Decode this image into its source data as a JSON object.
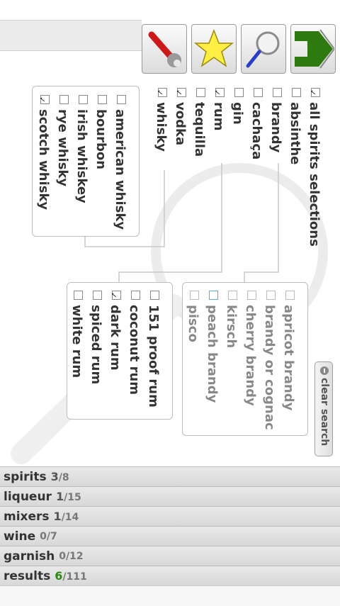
{
  "toolbar": {
    "buttons": [
      {
        "icon": "wrench-icon"
      },
      {
        "icon": "star-icon"
      },
      {
        "icon": "magnifier-icon"
      },
      {
        "icon": "home-icon"
      }
    ]
  },
  "spirits": {
    "all_label": "all spirits selections",
    "all_checked": true,
    "items": [
      {
        "label": "absinthe",
        "checked": false
      },
      {
        "label": "brandy",
        "checked": false
      },
      {
        "label": "cachaça",
        "checked": false
      },
      {
        "label": "gin",
        "checked": false
      },
      {
        "label": "rum",
        "checked": true
      },
      {
        "label": "tequilla",
        "checked": false
      },
      {
        "label": "vodka",
        "checked": true
      },
      {
        "label": "whisky",
        "checked": true
      }
    ]
  },
  "brandy_panel": {
    "items": [
      {
        "label": "apricot brandy",
        "checked": false
      },
      {
        "label": "brandy or cognac",
        "checked": false
      },
      {
        "label": "cherry brandy",
        "checked": false
      },
      {
        "label": "kirsch",
        "checked": false
      },
      {
        "label": "peach brandy",
        "checked": false
      },
      {
        "label": "pisco",
        "checked": false
      }
    ]
  },
  "rum_panel": {
    "items": [
      {
        "label": "151 proof rum",
        "checked": false
      },
      {
        "label": "coconut rum",
        "checked": false
      },
      {
        "label": "dark rum",
        "checked": true
      },
      {
        "label": "spiced rum",
        "checked": false
      },
      {
        "label": "white rum",
        "checked": false
      }
    ]
  },
  "whisky_panel": {
    "items": [
      {
        "label": "american whisky",
        "checked": false
      },
      {
        "label": "bourbon",
        "checked": false
      },
      {
        "label": "irish whiskey",
        "checked": false
      },
      {
        "label": "rye whisky",
        "checked": false
      },
      {
        "label": "scotch whisky",
        "checked": true
      }
    ]
  },
  "clear_search": {
    "label": "clear search",
    "icon": "minus-circle-icon"
  },
  "footer": [
    {
      "name": "spirits",
      "selected": "3",
      "total": "/8"
    },
    {
      "name": "liqueur",
      "selected": "1",
      "total": "/15"
    },
    {
      "name": "mixers",
      "selected": "1",
      "total": "/14"
    },
    {
      "name": "wine",
      "selected": "0",
      "total": "/7"
    },
    {
      "name": "garnish",
      "selected": "0",
      "total": "/12"
    },
    {
      "name": "results",
      "selected": "6",
      "total": "/111"
    }
  ],
  "colors": {
    "accent_green": "#2a8a10",
    "home_green": "#2f7a10",
    "checkbox_blue": "#58a8d8"
  }
}
